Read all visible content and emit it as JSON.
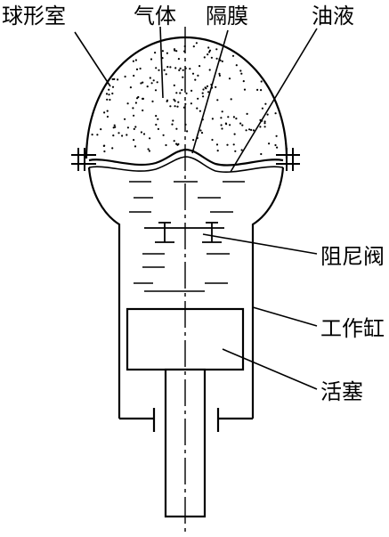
{
  "labels": {
    "spherical_chamber": "球形室",
    "gas": "气体",
    "diaphragm": "隔膜",
    "oil": "油液",
    "damping_valve": "阻尼阀",
    "working_cylinder": "工作缸",
    "piston": "活塞"
  },
  "colors": {
    "ink": "#000000",
    "background": "#ffffff"
  }
}
